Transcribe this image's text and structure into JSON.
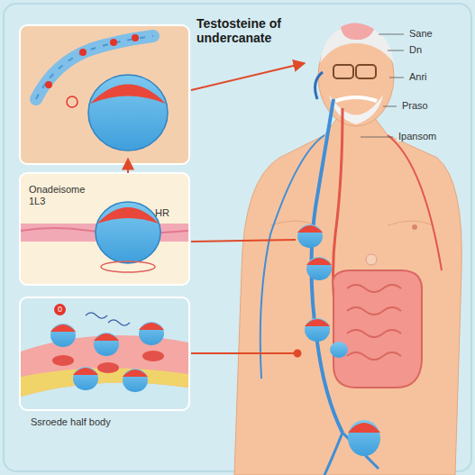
{
  "diagram": {
    "title": "Testosteine of undercanate",
    "caption": "Ssroede half body",
    "nodes": [
      {
        "text": [
          "Onadeisome 1L3",
          "HR"
        ]
      }
    ],
    "edges": [],
    "labels": [
      "Sane",
      "Dn",
      "Anri",
      "Praso",
      "Ipansom",
      "0"
    ]
  }
}
